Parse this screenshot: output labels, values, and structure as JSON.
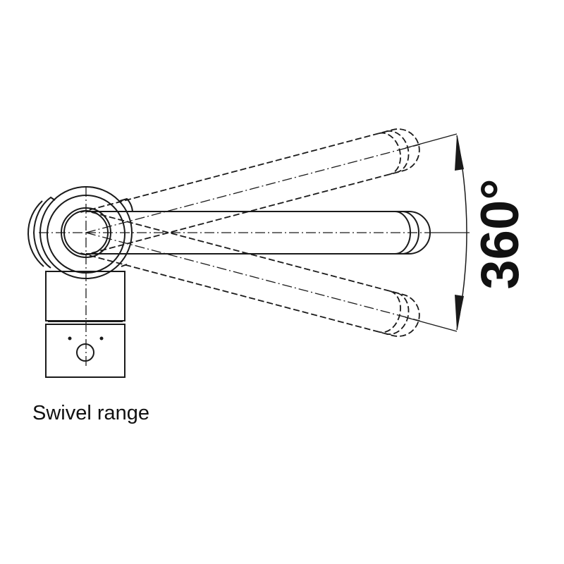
{
  "diagram": {
    "angle_label": "360°",
    "caption": "Swivel range",
    "swivel_positions_deg": [
      -15,
      0,
      15
    ]
  }
}
